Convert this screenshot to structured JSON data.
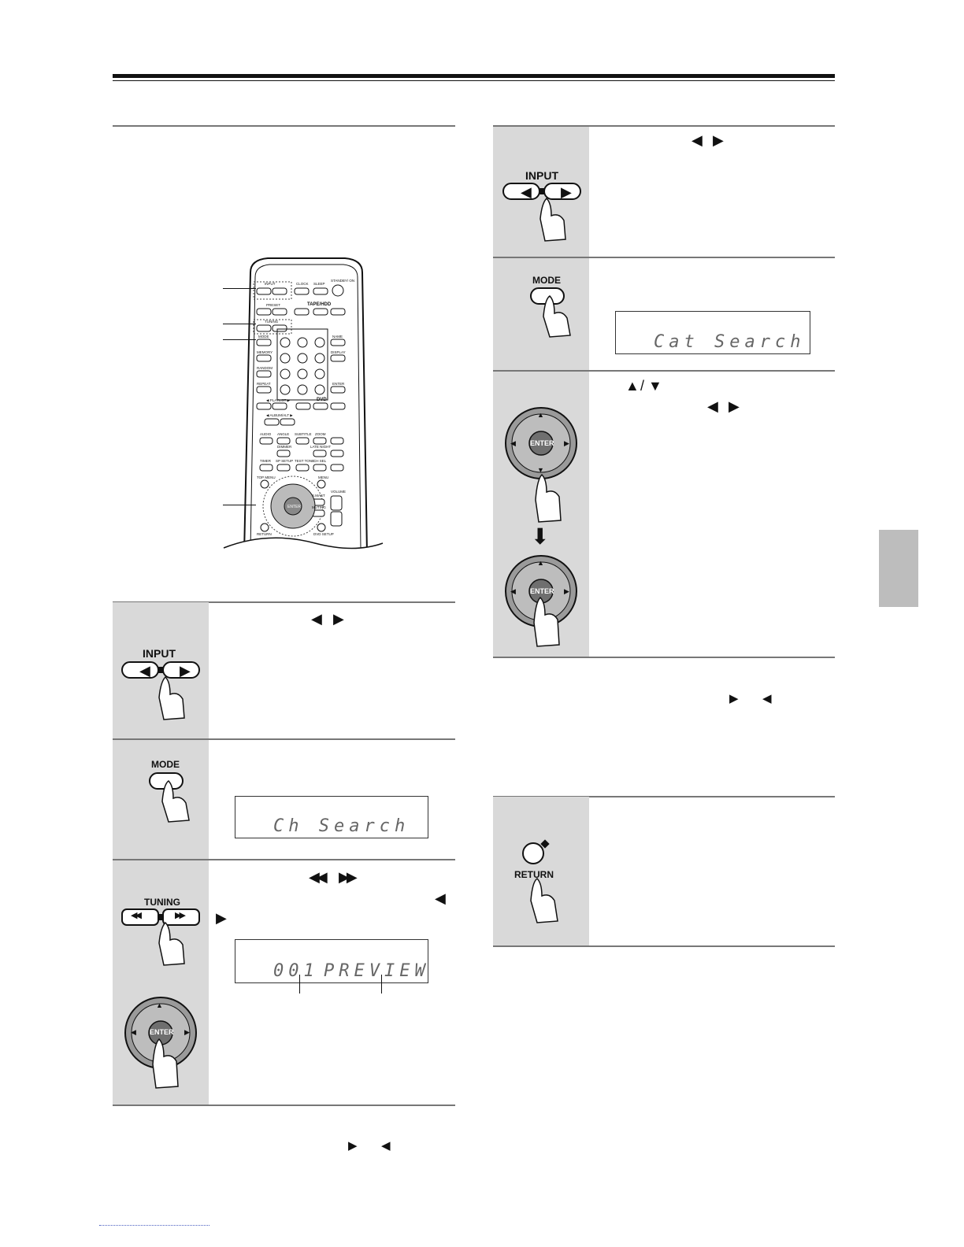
{
  "icons": {
    "input_button": "input-left-right-buttons",
    "mode_button": "mode-button",
    "tuning_button": "tuning-rewind-forward-buttons",
    "enter_pad": "enter-arrow-pad",
    "return_button": "return-button",
    "hand": "pointing-hand",
    "remote": "remote-control"
  },
  "labels": {
    "input": "INPUT",
    "mode": "MODE",
    "tuning": "TUNING",
    "enter": "ENTER",
    "return": "RETURN"
  },
  "displays": {
    "ch_search": "Ch Search",
    "cat_search": "Cat Search",
    "preview_num": "001",
    "preview_word": "PREVIEW"
  },
  "glyphs": {
    "left": "◀",
    "right": "▶",
    "up": "▲",
    "down": "▼",
    "rew": "◀◀",
    "ffw": "▶▶",
    "down_arrow": "⬇",
    "sep": "/"
  },
  "remote_labels": {
    "input": "INPUT",
    "clock": "CLOCK",
    "sleep": "SLEEP",
    "standby": "STANDBY/ ON",
    "preset": "PRESET",
    "tape": "TAPE/HDD",
    "tuning": "TUNING",
    "mode": "MODE",
    "name": "NAME",
    "memory": "MEMORY",
    "display": "DISPLAY",
    "random": "RANDOM",
    "repeat": "REPEAT",
    "enter": "ENTER",
    "playlist": "◀ PLAYLIST ▶",
    "dvd": "DVD",
    "album": "◀ ALBUM/ALT ▶",
    "audio": "AUDIO",
    "angle": "ANGLE",
    "subtitle": "SUBTITLE",
    "zoom": "ZOOM",
    "dimmer": "DIMMER",
    "latenight": "LATE NIGHT",
    "timer": "TIMER",
    "spsetup": "SP SETUP",
    "testtone": "TEST TONE",
    "chsel": "CH SEL",
    "topmenu": "TOP MENU",
    "menu": "MENU",
    "smart": "S.MAST",
    "volume": "VOLUME",
    "muting": "MUTING",
    "return": "RETURN",
    "dvdsetup": "DVD SETUP"
  }
}
